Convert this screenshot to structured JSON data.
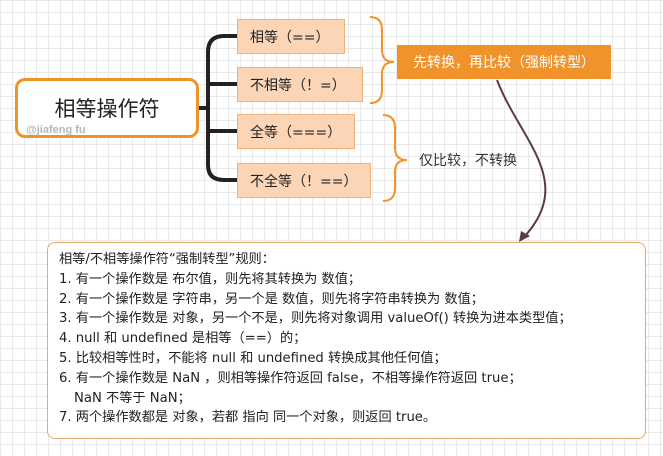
{
  "root": {
    "label": "相等操作符",
    "watermark": "@jiafeng fu"
  },
  "branches": [
    {
      "label": "相等（==）"
    },
    {
      "label": "不相等（！=）"
    },
    {
      "label": "全等（===）"
    },
    {
      "label": "不全等（！==）"
    }
  ],
  "summaries": {
    "group1": "先转换，再比较（强制转型）",
    "group2": "仅比较，不转换"
  },
  "rules": {
    "title": "相等/不相等操作符“强制转型”规则：",
    "items": [
      "1. 有一个操作数是 布尔值，则先将其转换为 数值；",
      "2. 有一个操作数是 字符串，另一个是 数值，则先将字符串转换为 数值；",
      "3. 有一个操作数是 对象，另一个不是，则先将对象调用 valueOf() 转换为进本类型值；",
      "4. null 和 undefined 是相等（==）的；",
      "5. 比较相等性时，不能将 null 和 undefined 转换成其他任何值；",
      "6. 有一个操作数是 NaN ，则相等操作符返回 false，不相等操作符返回 true；",
      "NaN 不等于 NaN；",
      "7. 两个操作数都是 对象，若都 指向 同一个对象，则返回 true。"
    ]
  },
  "colors": {
    "accent": "#f0932b",
    "leaf_fill": "#fcd5b6",
    "connector": "#222222",
    "arrow": "#5a3a4a"
  }
}
